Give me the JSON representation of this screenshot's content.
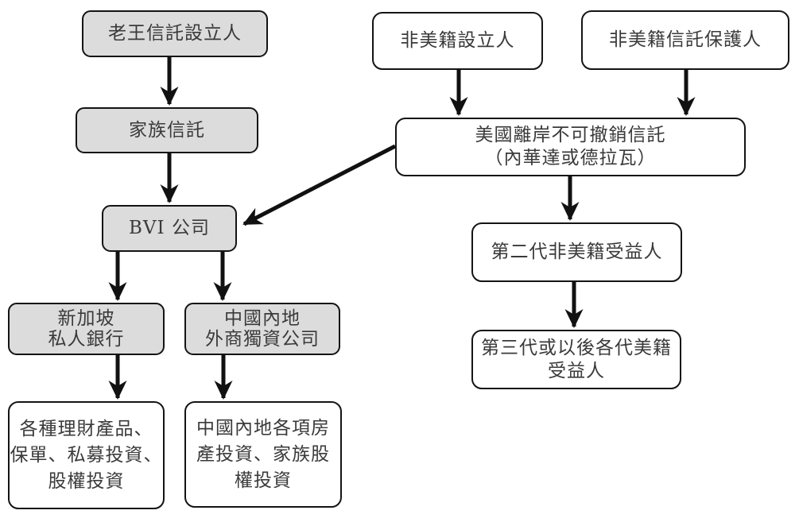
{
  "diagram": {
    "title": "family-trust-structure-flowchart",
    "colors": {
      "node_fill_gray": "#dcdcdc",
      "node_fill_white": "#ffffff",
      "border": "#141414",
      "text": "#3a3a3a",
      "arrow": "#111111"
    },
    "nodes": {
      "settlor_wang": {
        "lines": [
          "老王信託設立人"
        ]
      },
      "family_trust": {
        "lines": [
          "家族信託"
        ]
      },
      "bvi_company": {
        "lines": [
          "BVI 公司"
        ]
      },
      "singapore_bank": {
        "lines": [
          "新加坡",
          "私人銀行"
        ]
      },
      "china_wfoe": {
        "lines": [
          "中國內地",
          "外商獨資公司"
        ]
      },
      "wealth_products": {
        "lines": [
          "各種理財產品、",
          "保單、私募投資、",
          "股權投資"
        ]
      },
      "china_investments": {
        "lines": [
          "中國內地各項房",
          "產投資、家族股",
          "權投資"
        ]
      },
      "non_us_settlor": {
        "lines": [
          "非美籍設立人"
        ]
      },
      "non_us_protector": {
        "lines": [
          "非美籍信託保護人"
        ]
      },
      "us_offshore_trust": {
        "lines": [
          "美國離岸不可撤銷信託",
          "（內華達或德拉瓦）"
        ]
      },
      "second_gen_beneficiary": {
        "lines": [
          "第二代非美籍受益人"
        ]
      },
      "third_gen_beneficiary": {
        "lines": [
          "第三代或以後各代美籍",
          "受益人"
        ]
      }
    },
    "edges": [
      {
        "from": "settlor_wang",
        "to": "family_trust"
      },
      {
        "from": "family_trust",
        "to": "bvi_company"
      },
      {
        "from": "bvi_company",
        "to": "singapore_bank"
      },
      {
        "from": "bvi_company",
        "to": "china_wfoe"
      },
      {
        "from": "singapore_bank",
        "to": "wealth_products"
      },
      {
        "from": "china_wfoe",
        "to": "china_investments"
      },
      {
        "from": "non_us_settlor",
        "to": "us_offshore_trust"
      },
      {
        "from": "non_us_protector",
        "to": "us_offshore_trust"
      },
      {
        "from": "us_offshore_trust",
        "to": "bvi_company"
      },
      {
        "from": "us_offshore_trust",
        "to": "second_gen_beneficiary"
      },
      {
        "from": "second_gen_beneficiary",
        "to": "third_gen_beneficiary"
      }
    ]
  }
}
